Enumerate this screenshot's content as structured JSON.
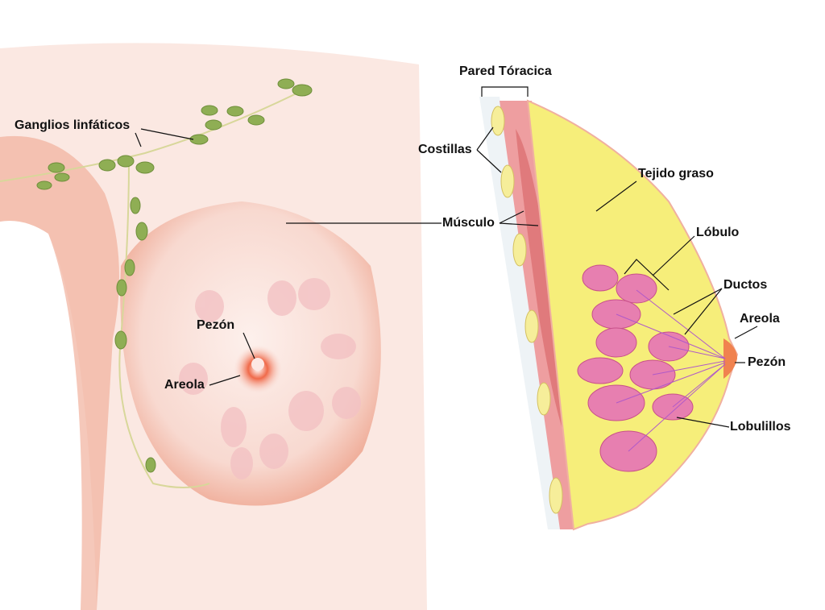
{
  "labels": {
    "lymph_nodes": "Ganglios linfáticos",
    "chest_wall": "Pared Tóracica",
    "ribs": "Costillas",
    "fatty_tissue": "Tejido graso",
    "muscle": "Músculo",
    "lobe": "Lóbulo",
    "ducts": "Ductos",
    "areola_side": "Areola",
    "nipple_side": "Pezón",
    "lobules": "Lobulillos",
    "nipple_front": "Pezón",
    "areola_front": "Areola"
  },
  "colors": {
    "skin": "#f7d6cf",
    "fat": "#f7ef7a",
    "lobule": "#e77fb0",
    "muscle": "#eba0a0",
    "node": "#8fae54"
  }
}
